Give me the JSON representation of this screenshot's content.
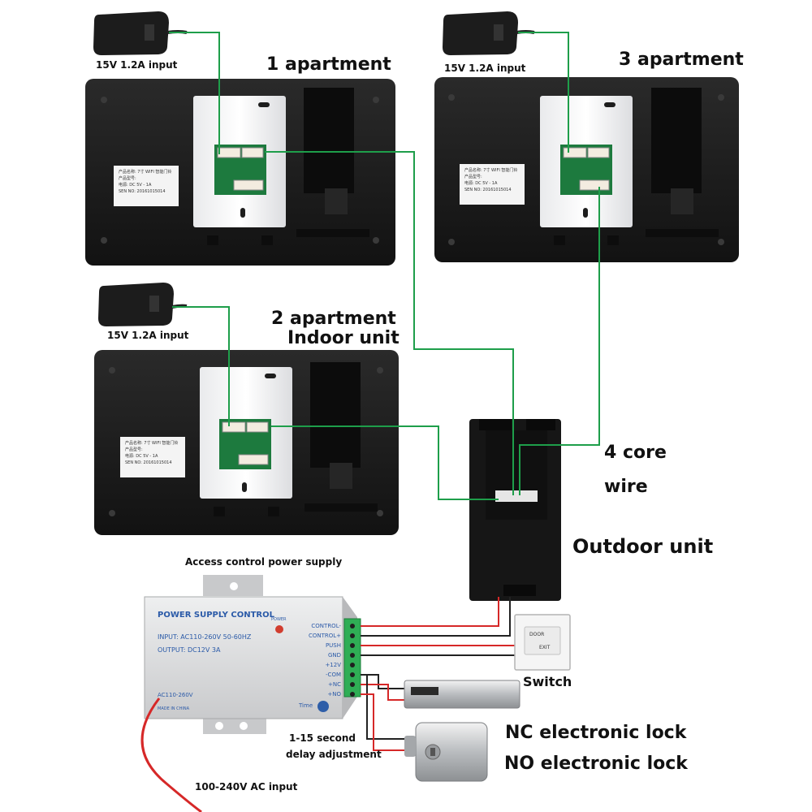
{
  "labels": {
    "adapter_1": "15V 1.2A input",
    "adapter_2": "15V 1.2A input",
    "adapter_3": "15V 1.2A input",
    "apt_1": "1 apartment",
    "apt_2": "2 apartment",
    "apt_3": "3 apartment",
    "indoor_unit": "Indoor unit",
    "core_wire_line1": "4 core",
    "core_wire_line2": "wire",
    "outdoor_unit": "Outdoor unit",
    "access_power": "Access control power supply",
    "switch": "Switch",
    "nc_lock": "NC electronic lock",
    "no_lock": "NO electronic lock",
    "delay_line1": "1-15 second",
    "delay_line2": "delay adjustment",
    "ac_input": "100-240V AC input"
  },
  "monitor_sticker": {
    "line1": "产品名称: 7寸 WIFI 智能门铃",
    "line2": "产品型号:",
    "line3": "电源:    DC 5V - 1A",
    "line4": "SEN NO: 20161015014"
  },
  "power_box": {
    "title": "POWER SUPPLY CONTROL",
    "input": "INPUT: AC110-260V 50-60HZ",
    "output": "OUTPUT: DC12V  3A",
    "power_led": "POWER",
    "ac_label": "AC110-260V",
    "made_in": "MADE IN CHINA",
    "time_label": "Time",
    "terminals": [
      "CONTROL-",
      "CONTROL+",
      "PUSH",
      "GND",
      "+12V",
      "-COM",
      "+NC",
      "+NO"
    ]
  },
  "exit_button": {
    "line1": "DOOR",
    "line2": "EXIT"
  },
  "colors": {
    "wire_green": "#1e9e4a",
    "wire_red": "#d62828",
    "wire_black": "#222222",
    "monitor": "#1b1b1b",
    "box": "#d9dadb"
  }
}
